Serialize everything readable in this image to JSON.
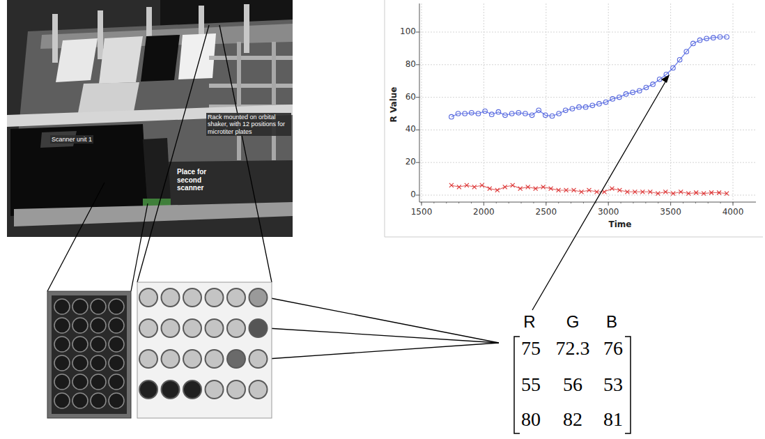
{
  "diagram": {
    "labels": [
      "Scanner unit 1",
      "Rack mounted on orbital shaker, with 12 positions for microtiter plates",
      "Place for second scanner",
      "100",
      "80",
      "60",
      "40",
      "20",
      "0",
      "1500",
      "2000",
      "2500",
      "3000",
      "3500",
      "4000",
      "R Value",
      "Time",
      "R",
      "G",
      "B",
      "75",
      "72.3",
      "76",
      "55",
      "56",
      "53",
      "80",
      "82",
      "81"
    ]
  }
}
